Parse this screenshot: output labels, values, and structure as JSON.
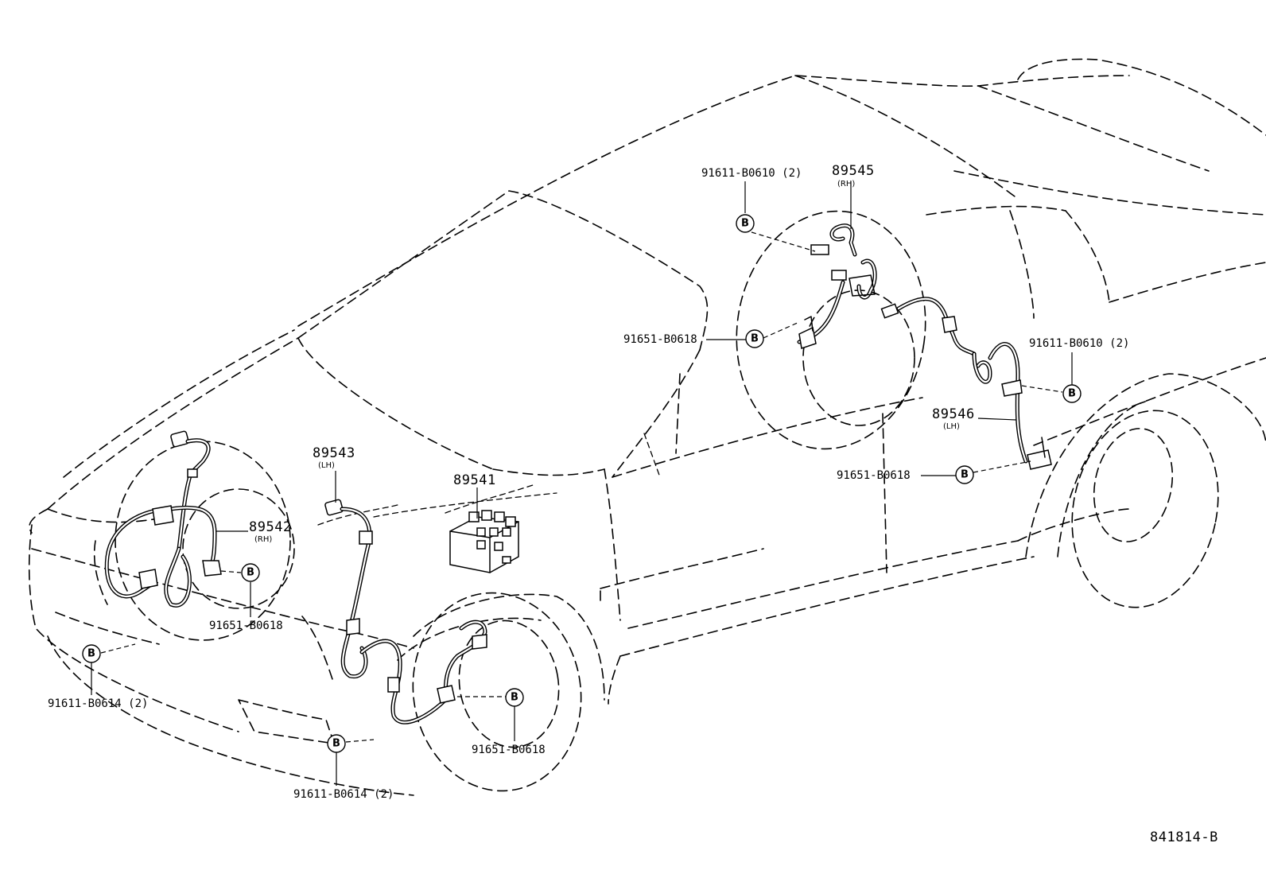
{
  "diagram_code": "841814-B",
  "bolt_symbol": "B",
  "labels": {
    "bolt_rear_top": "91611-B0610 (2)",
    "part_89545": "89545",
    "side_rh": "(RH)",
    "bolt_rear_sensor": "91651-B0618",
    "bolt_rear_right": "91611-B0610 (2)",
    "part_89546": "89546",
    "side_lh_rear": "(LH)",
    "bolt_rear_lower": "91651-B0618",
    "part_89543": "89543",
    "side_lh_front": "(LH)",
    "part_89541": "89541",
    "part_89542": "89542",
    "side_rh_front": "(RH)",
    "bolt_front_sensor_rh": "91651-B0618",
    "bolt_front_left": "91611-B0614 (2)",
    "bolt_front_bottom": "91611-B0614 (2)",
    "bolt_front_sensor_lh": "91651-B0618"
  }
}
